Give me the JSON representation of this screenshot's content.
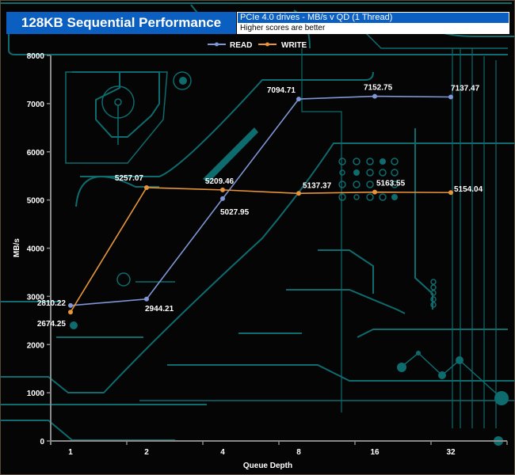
{
  "header": {
    "title": "128KB Sequential Performance",
    "subtitle": "PCIe 4.0 drives - MB/s v QD (1 Thread)",
    "note": "Higher scores are better"
  },
  "colors": {
    "read": "#7f97d6",
    "write": "#e8953a",
    "axis": "#8a8a8a",
    "circuit": "#0e6b6e",
    "title_bg": "#0b5fc1"
  },
  "chart_data": {
    "type": "line",
    "title": "128KB Sequential Performance",
    "subtitle": "PCIe 4.0 drives - MB/s v QD (1 Thread)",
    "xlabel": "Queue Depth",
    "ylabel": "MB/s",
    "categories": [
      "1",
      "2",
      "4",
      "8",
      "16",
      "32"
    ],
    "ylim": [
      0,
      8000
    ],
    "yticks": [
      0,
      1000,
      2000,
      3000,
      4000,
      5000,
      6000,
      7000,
      8000
    ],
    "grid": false,
    "legend_position": "top-center",
    "series": [
      {
        "name": "READ",
        "color": "#7f97d6",
        "values": [
          2810.22,
          2944.21,
          5027.95,
          7094.71,
          7152.75,
          7137.47
        ],
        "labels": [
          "2810.22",
          "2944.21",
          "5027.95",
          "7094.71",
          "7152.75",
          "7137.47"
        ]
      },
      {
        "name": "WRITE",
        "color": "#e8953a",
        "values": [
          2674.25,
          5257.07,
          5209.46,
          5137.37,
          5163.55,
          5154.04
        ],
        "labels": [
          "2674.25",
          "5257.07",
          "5209.46",
          "5137.37",
          "5163.55",
          "5154.04"
        ]
      }
    ]
  }
}
